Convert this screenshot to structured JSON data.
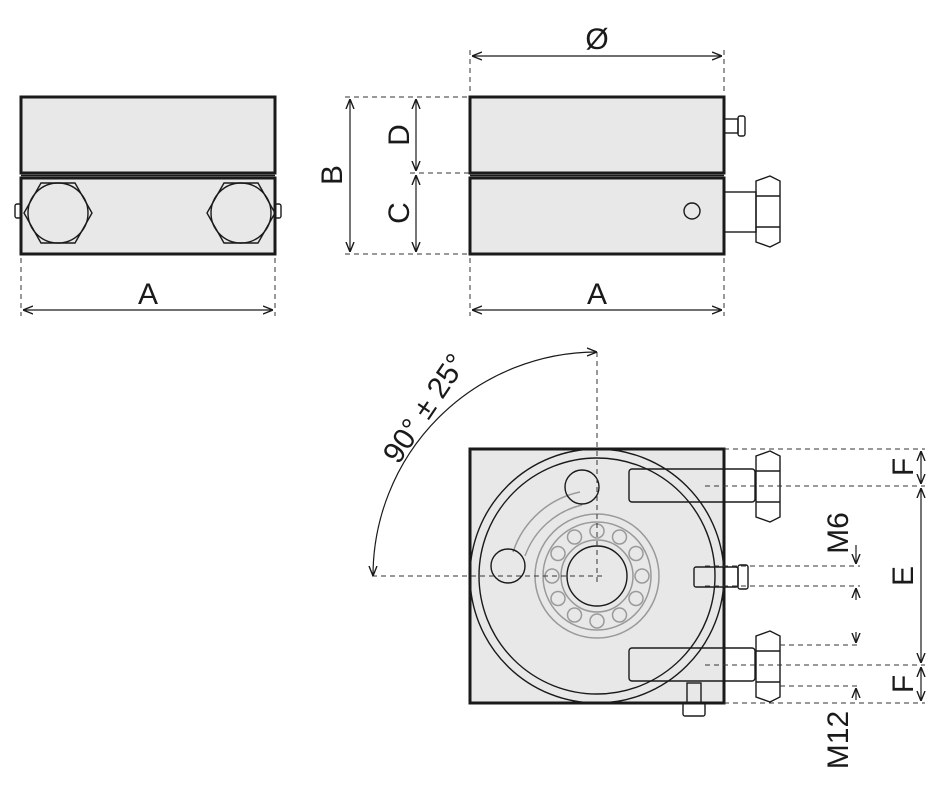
{
  "labels": {
    "width_a_left": "A",
    "width_a_right": "A",
    "height_b": "B",
    "height_c": "C",
    "height_d": "D",
    "diameter": "Ø",
    "angle": "90° ± 25°",
    "offset_f_top": "F",
    "offset_f_bottom": "F",
    "spacing_e": "E",
    "thread_m6": "M6",
    "thread_m12": "M12"
  }
}
